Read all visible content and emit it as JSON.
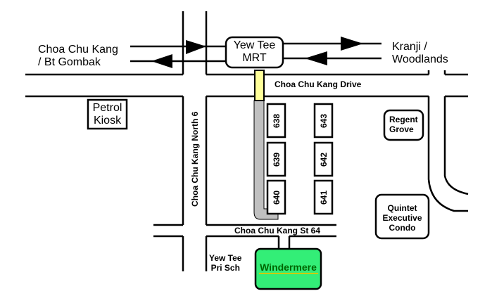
{
  "map": {
    "title": "Location map to Windermere",
    "colors": {
      "line": "#000000",
      "background": "#ffffff",
      "mrt_link": "#ffff99",
      "walkway": "#c0c0c0",
      "destination_fill": "#33ee77",
      "destination_text": "#006600",
      "destination_underline": "#cccc00"
    },
    "train_line": {
      "west_destination": [
        "Choa Chu Kang",
        "/ Bt Gombak"
      ],
      "east_destination": [
        "Kranji /",
        "Woodlands"
      ],
      "station": [
        "Yew Tee",
        "MRT"
      ]
    },
    "roads": {
      "main": "Choa Chu Kang Drive",
      "side": "Choa Chu Kang North 6",
      "street": "Choa Chu Kang St 64"
    },
    "landmarks": {
      "petrol": [
        "Petrol",
        "Kiosk"
      ],
      "regent": [
        "Regent",
        "Grove"
      ],
      "quintet": [
        "Quintet",
        "Executive",
        "Condo"
      ],
      "school": [
        "Yew Tee",
        "Pri Sch"
      ]
    },
    "blocks": [
      "638",
      "639",
      "640",
      "643",
      "642",
      "641"
    ],
    "destination": "Windermere"
  }
}
